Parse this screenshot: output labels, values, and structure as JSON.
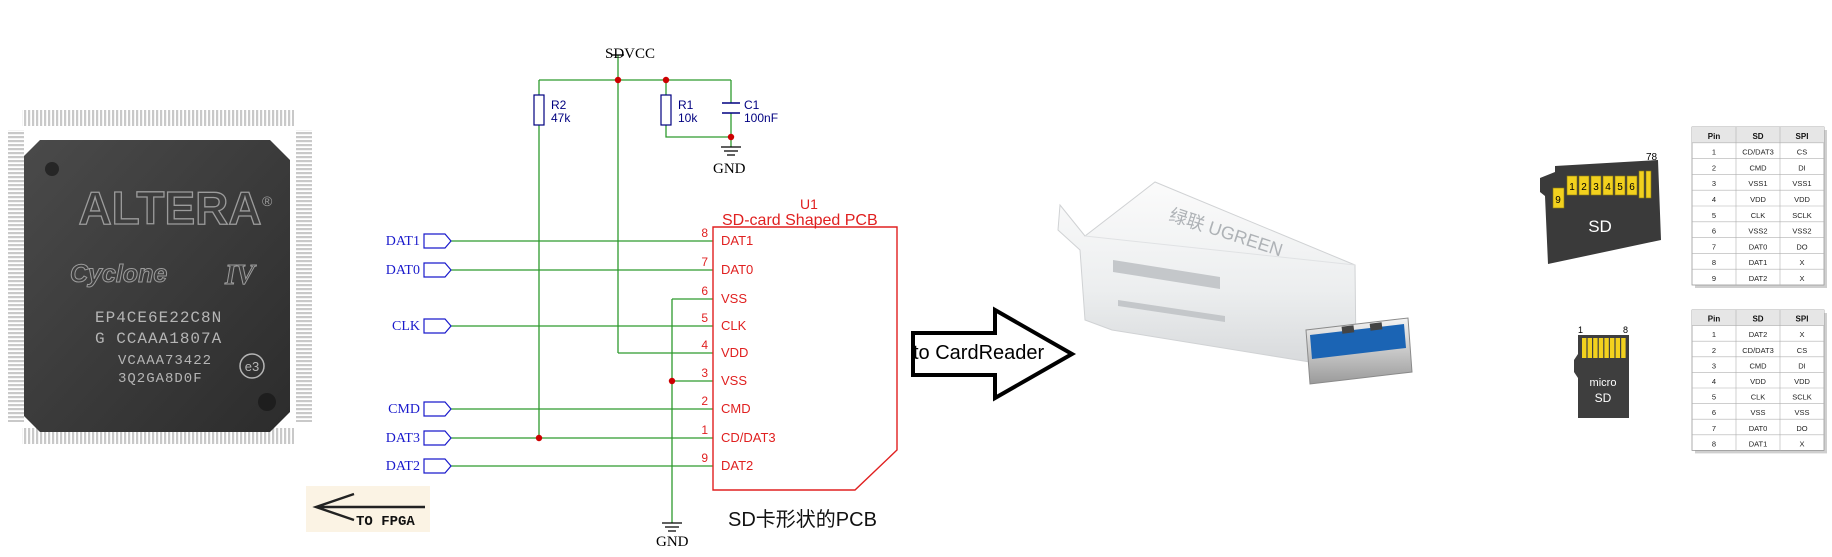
{
  "chip": {
    "brand": "ALTERA",
    "family": "Cyclone",
    "family_suffix": "IV",
    "part": "EP4CE6E22C8N",
    "line2": "G CCAAA1807A",
    "line3": "VCAAA73422",
    "line4": "3Q2GA8D0F",
    "mark": "e3"
  },
  "fpga_label": "TO FPGA",
  "schematic": {
    "sdvcc": "SDVCC",
    "gnd_top": "GND",
    "gnd_bottom": "GND",
    "r2_name": "R2",
    "r2_value": "47k",
    "r1_name": "R1",
    "r1_value": "10k",
    "c1_name": "C1",
    "c1_value": "100nF",
    "u1_ref": "U1",
    "u1_title": "SD-card Shaped PCB",
    "caption": "SD卡形状的PCB",
    "ports": [
      "DAT1",
      "DAT0",
      "CLK",
      "CMD",
      "DAT3",
      "DAT2"
    ],
    "pins": [
      {
        "num": "8",
        "name": "DAT1"
      },
      {
        "num": "7",
        "name": "DAT0"
      },
      {
        "num": "6",
        "name": "VSS"
      },
      {
        "num": "5",
        "name": "CLK"
      },
      {
        "num": "4",
        "name": "VDD"
      },
      {
        "num": "3",
        "name": "VSS"
      },
      {
        "num": "2",
        "name": "CMD"
      },
      {
        "num": "1",
        "name": "CD/DAT3"
      },
      {
        "num": "9",
        "name": "DAT2"
      }
    ]
  },
  "arrow_label": "to CardReader",
  "reader_brand": "绿联 UGREEN",
  "sd_card": {
    "label": "SD",
    "pins": [
      "1",
      "2",
      "3",
      "4",
      "5",
      "6"
    ],
    "pin9": "9",
    "pin78": "78"
  },
  "micro_card": {
    "label": "micro SD",
    "pin_left": "1",
    "pin_right": "8"
  },
  "sd_table": {
    "headers": [
      "Pin",
      "SD",
      "SPI"
    ],
    "rows": [
      [
        "1",
        "CD/DAT3",
        "CS"
      ],
      [
        "2",
        "CMD",
        "DI"
      ],
      [
        "3",
        "VSS1",
        "VSS1"
      ],
      [
        "4",
        "VDD",
        "VDD"
      ],
      [
        "5",
        "CLK",
        "SCLK"
      ],
      [
        "6",
        "VSS2",
        "VSS2"
      ],
      [
        "7",
        "DAT0",
        "DO"
      ],
      [
        "8",
        "DAT1",
        "X"
      ],
      [
        "9",
        "DAT2",
        "X"
      ]
    ]
  },
  "micro_table": {
    "headers": [
      "Pin",
      "SD",
      "SPI"
    ],
    "rows": [
      [
        "1",
        "DAT2",
        "X"
      ],
      [
        "2",
        "CD/DAT3",
        "CS"
      ],
      [
        "3",
        "CMD",
        "DI"
      ],
      [
        "4",
        "VDD",
        "VDD"
      ],
      [
        "5",
        "CLK",
        "SCLK"
      ],
      [
        "6",
        "VSS",
        "VSS"
      ],
      [
        "7",
        "DAT0",
        "DO"
      ],
      [
        "8",
        "DAT1",
        "X"
      ]
    ]
  },
  "colors": {
    "wire": "#2e9a2e",
    "port": "#1a1acc",
    "component": "#000080",
    "ic": "#e02020",
    "junction": "#cc0000"
  }
}
